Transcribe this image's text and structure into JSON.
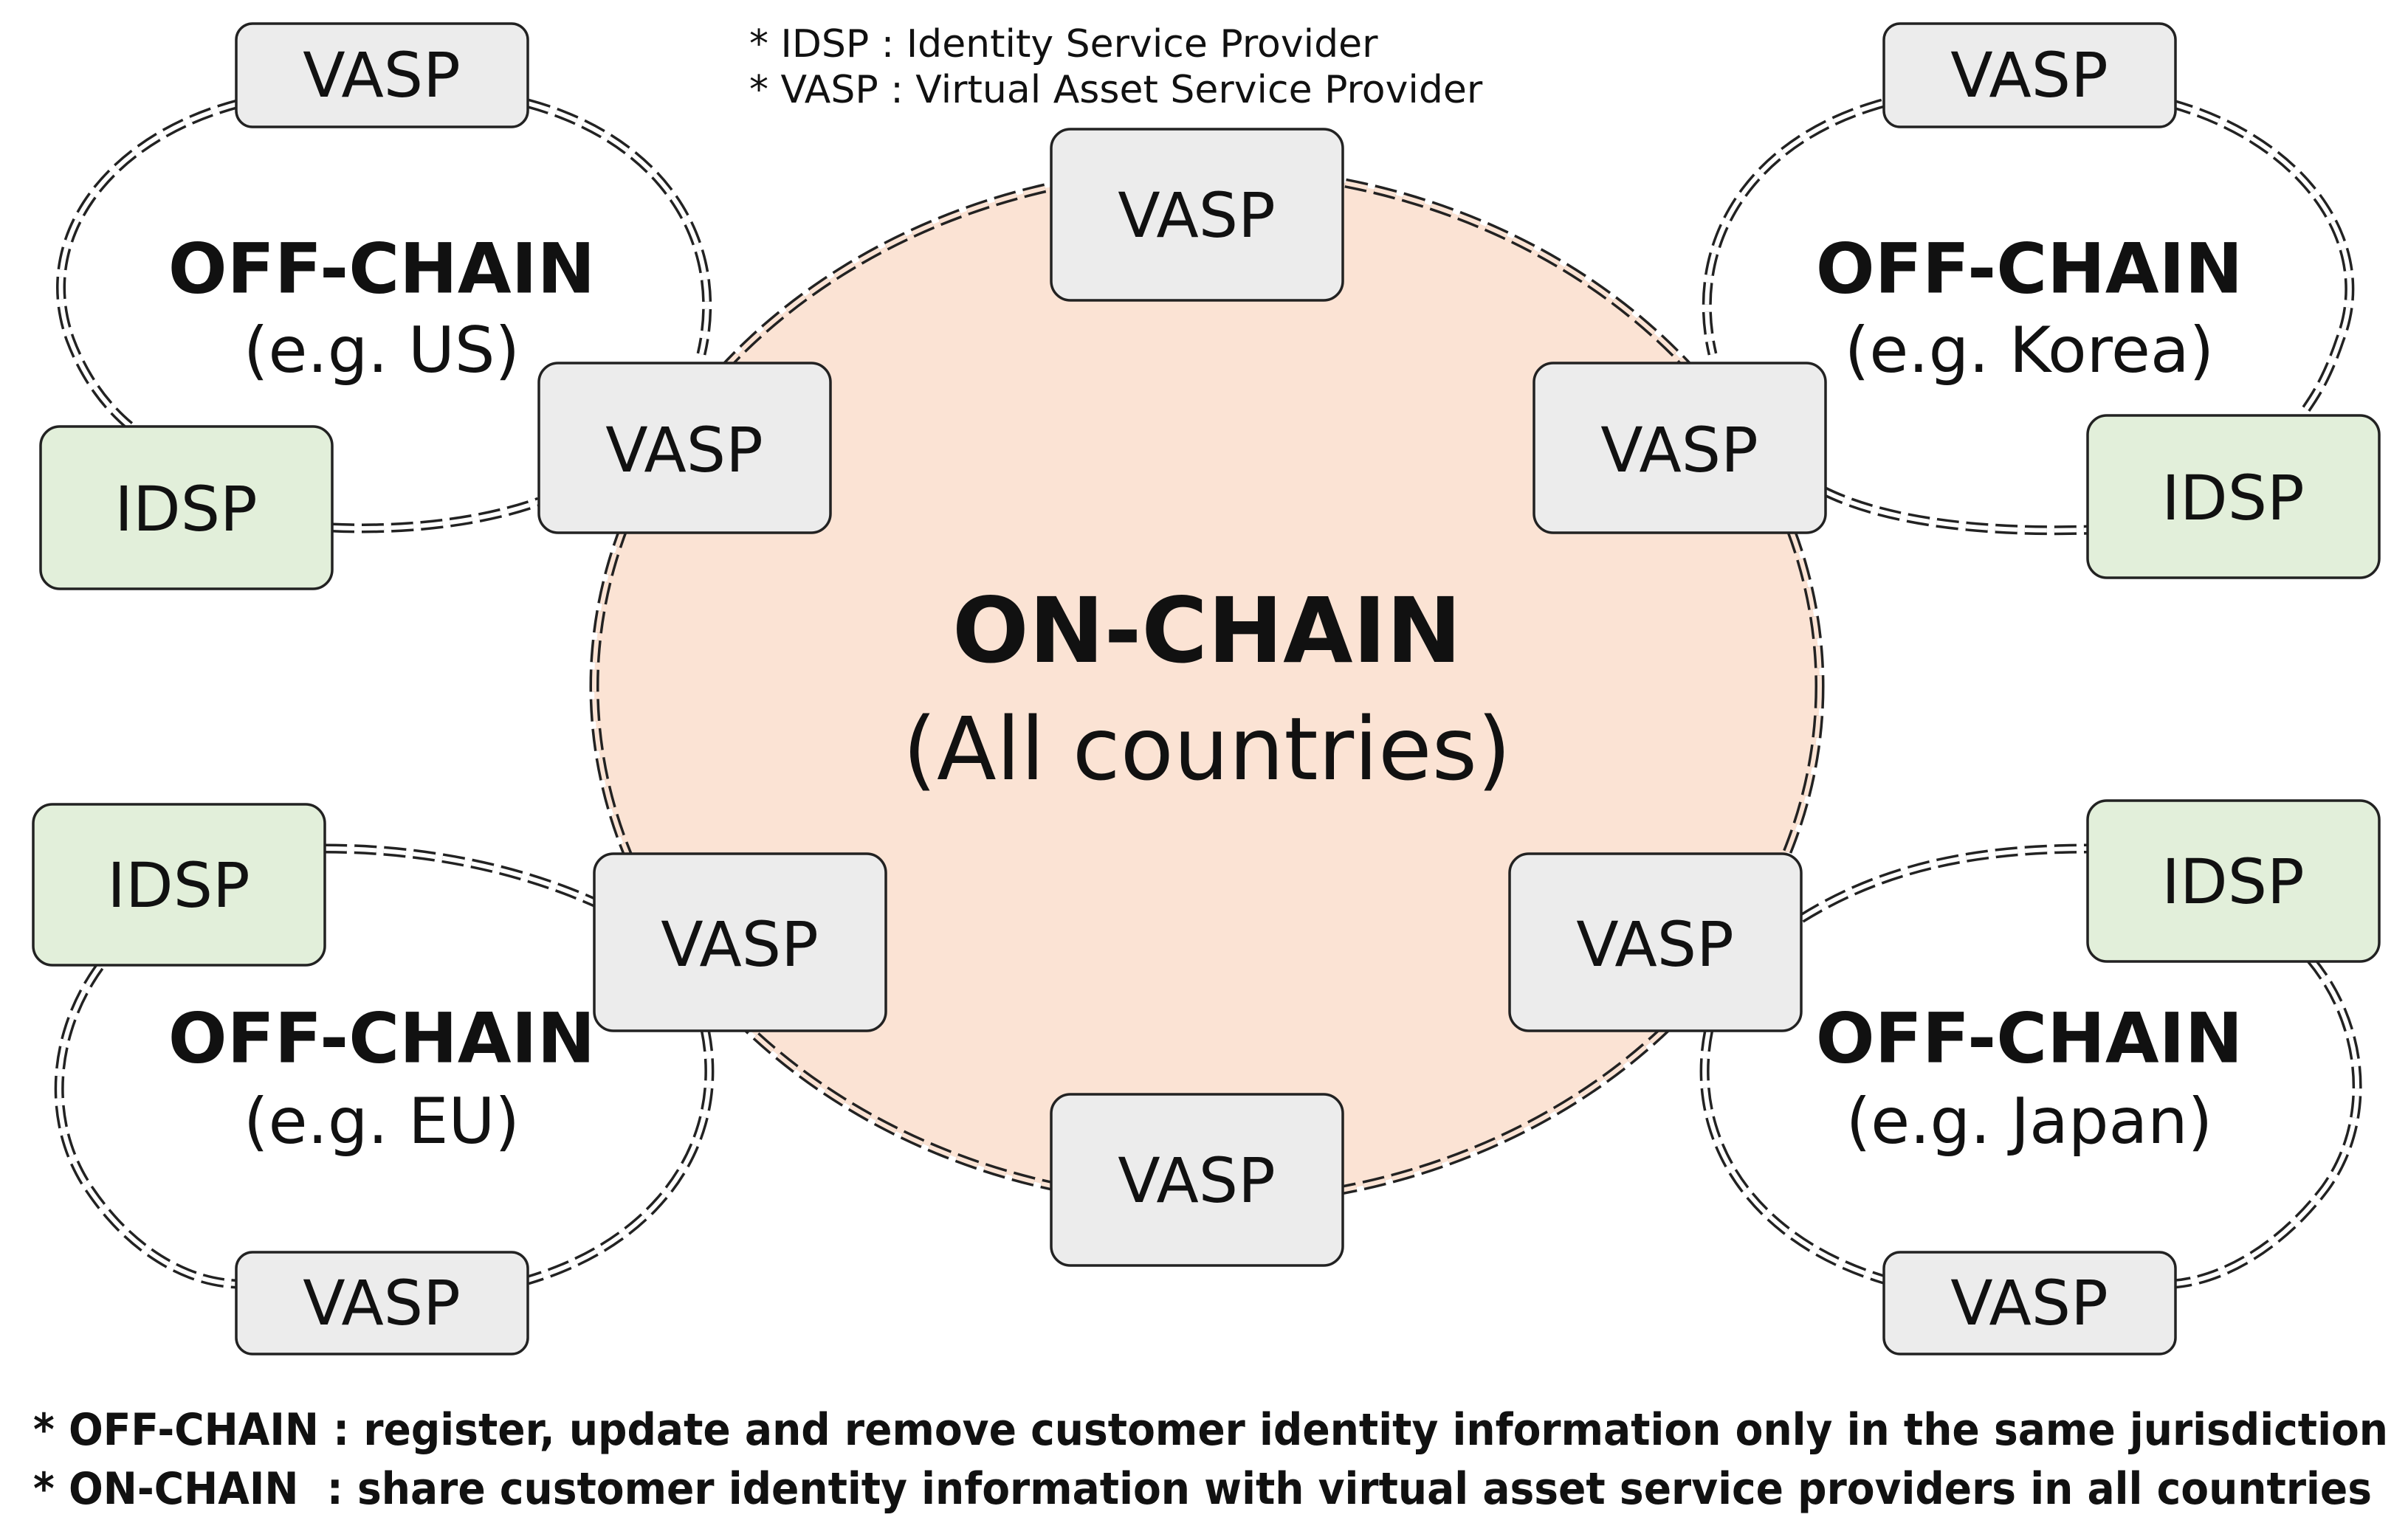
{
  "legend_top": [
    "* IDSP : Identity Service Provider",
    "* VASP : Virtual Asset Service Provider"
  ],
  "on_chain": {
    "title": "ON-CHAIN",
    "subtitle": "(All countries)"
  },
  "off_chain_regions": [
    {
      "title": "OFF-CHAIN",
      "subtitle": "(e.g. US)"
    },
    {
      "title": "OFF-CHAIN",
      "subtitle": "(e.g. Korea)"
    },
    {
      "title": "OFF-CHAIN",
      "subtitle": "(e.g. EU)"
    },
    {
      "title": "OFF-CHAIN",
      "subtitle": "(e.g. Japan)"
    }
  ],
  "node_labels": {
    "vasp": "VASP",
    "idsp": "IDSP"
  },
  "footnotes": [
    "* OFF-CHAIN : register, update and remove customer identity information only in the same jurisdiction",
    "* ON-CHAIN  : share customer identity information with virtual asset service providers in all countries"
  ],
  "colors": {
    "on_chain_fill": "#fbe3d4",
    "vasp_fill": "#ececec",
    "idsp_fill": "#e2efda",
    "outline": "#222222"
  }
}
